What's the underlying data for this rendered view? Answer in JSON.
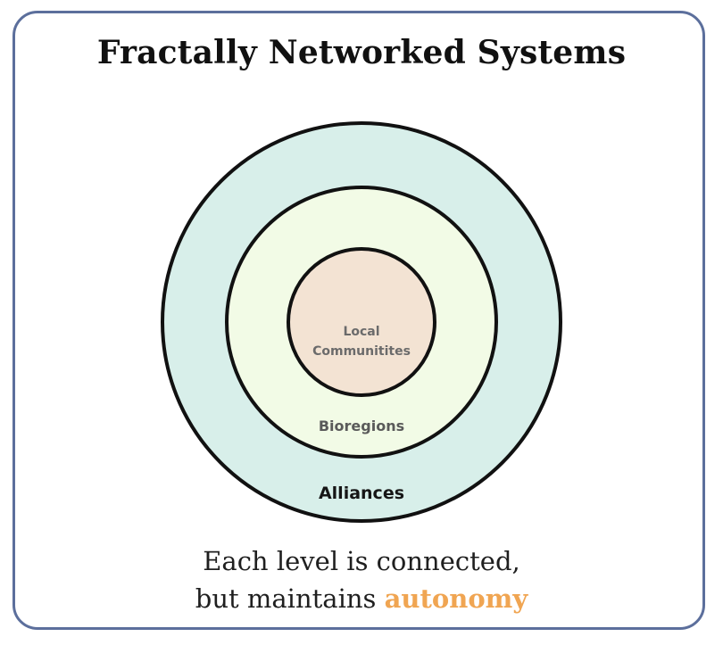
{
  "title": "Fractally Networked Systems",
  "rings": {
    "outer": {
      "label": "Alliances",
      "fill": "#d8efea"
    },
    "middle": {
      "label": "Bioregions",
      "fill": "#f2fbe6"
    },
    "inner": {
      "label_line1": "Local",
      "label_line2": "Communitites",
      "fill": "#f3e3d3"
    }
  },
  "caption": {
    "line1": "Each level is connected,",
    "line2_prefix": "but maintains ",
    "line2_highlight": "autonomy"
  },
  "colors": {
    "border": "#5c6f9c",
    "ring_stroke": "#111111",
    "highlight": "#f0a552"
  }
}
